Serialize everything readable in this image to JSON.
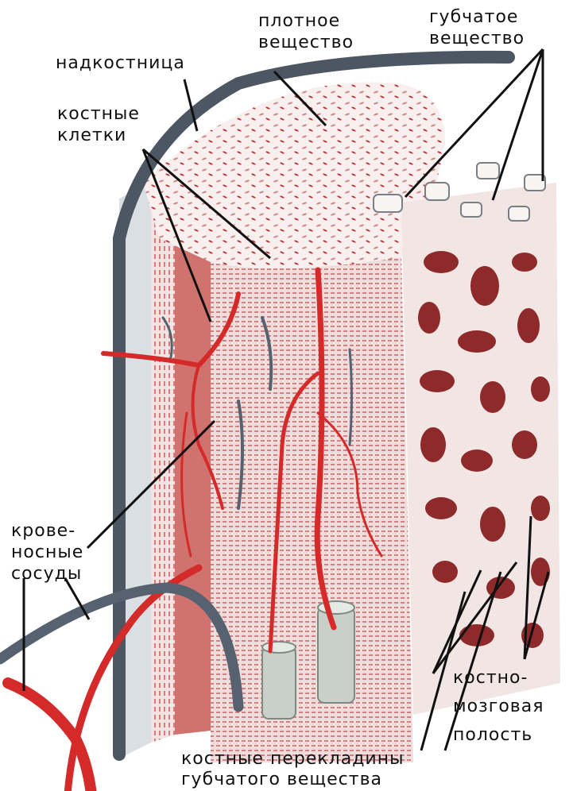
{
  "labels": {
    "periosteum": "надкостница",
    "compact_1": "плотное",
    "compact_2": "вещество",
    "spongy_1": "губчатое",
    "spongy_2": "вещество",
    "cells_1": "костные",
    "cells_2": "клетки",
    "vessels_1": "крове-",
    "vessels_2": "носные",
    "vessels_3": "сосуды",
    "marrow_1": "костно-",
    "marrow_2": "мозговая",
    "marrow_3": "полость",
    "trabeculae_1": "костные перекладины",
    "trabeculae_2": "губчатого вещества"
  },
  "colors": {
    "artery": "#d42a2a",
    "vein": "#566270",
    "periosteum": "#4d5663",
    "compact_bone": "#f6ecea",
    "bone_matrix": "#efdcdc",
    "osteocyte": "#b9302f",
    "spongy_cavity": "#8e2a2a",
    "background": "#ffffff"
  }
}
